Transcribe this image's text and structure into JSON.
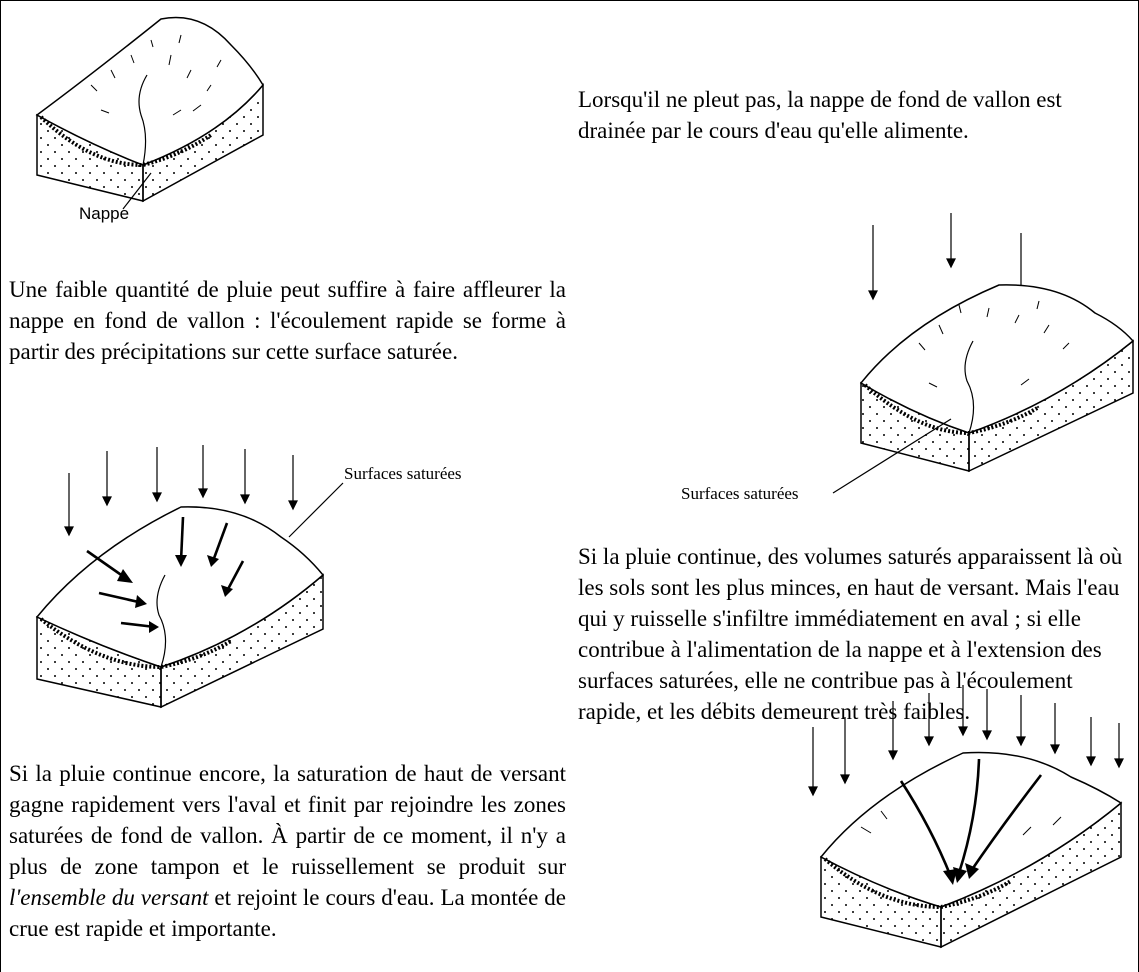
{
  "paragraphs": {
    "p1": "Lorsqu'il ne pleut pas, la nappe de fond de vallon est drainée par le cours d'eau qu'elle alimente.",
    "p2": "Une faible quantité de pluie peut suffire à faire affleurer la nappe en fond de vallon : l'écoulement rapide se forme à partir des précipitations sur cette surface saturée.",
    "p3": "Si la pluie continue, des volumes saturés apparaissent là où les sols sont les plus minces, en haut de versant. Mais l'eau qui y ruisselle s'infiltre immédiatement en aval ; si elle contribue à l'alimentation de la nappe et à l'extension des surfaces saturées, elle ne contribue pas à l'écoulement rapide, et les débits demeurent très faibles.",
    "p4_before": "Si la pluie continue encore, la saturation de haut de versant gagne rapidement vers l'aval et finit par rejoindre les zones saturées de fond de vallon. À partir de ce moment, il n'y a plus de zone tampon et le ruissellement se produit sur ",
    "p4_italic": "l'ensemble du versant",
    "p4_after": " et rejoint le cours d'eau. La montée de crue est rapide et importante."
  },
  "labels": {
    "nappe": "Nappe",
    "surfaces_saturees_1": "Surfaces saturées",
    "surfaces_saturees_2": "Surfaces saturées"
  }
}
